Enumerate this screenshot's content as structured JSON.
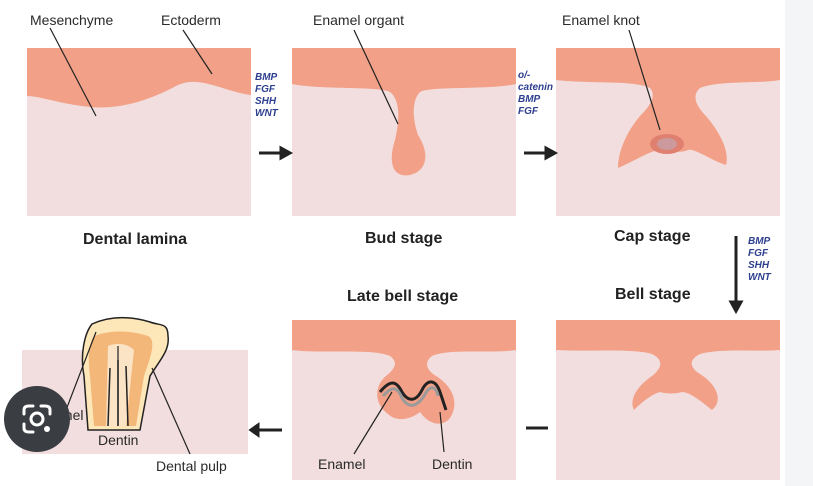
{
  "colors": {
    "ectoderm": "#f2a188",
    "mesenchyme": "#f2dede",
    "enamel": "#fde7b8",
    "dentin": "#f4b77a",
    "outline": "#222222",
    "signal_text": "#2d3f8f"
  },
  "top_labels": {
    "mesenchyme": "Mesenchyme",
    "ectoderm": "Ectoderm",
    "enamel_organ": "Enamel organt",
    "enamel_knot": "Enamel knot"
  },
  "stage_titles": {
    "dental_lamina": "Dental lamina",
    "bud_stage": "Bud stage",
    "cap_stage": "Cap stage",
    "late_bell_stage": "Late bell stage",
    "bell_stage": "Bell stage"
  },
  "signals": {
    "group1": [
      "BMP",
      "FGF",
      "SHH",
      "WNT"
    ],
    "group2": [
      "o/-",
      "catenin",
      "BMP",
      "FGF"
    ],
    "group3": [
      "BMP",
      "FGF",
      "SHH",
      "WNT"
    ]
  },
  "bottom_labels": {
    "late_bell_enamel": "Enamel",
    "late_bell_dentin": "Dentin",
    "tooth_enamel": "Enamel",
    "tooth_dentin": "Dentin",
    "tooth_dental_pulp": "Dental pulp"
  },
  "icons": {
    "lens": "google-lens-icon"
  }
}
